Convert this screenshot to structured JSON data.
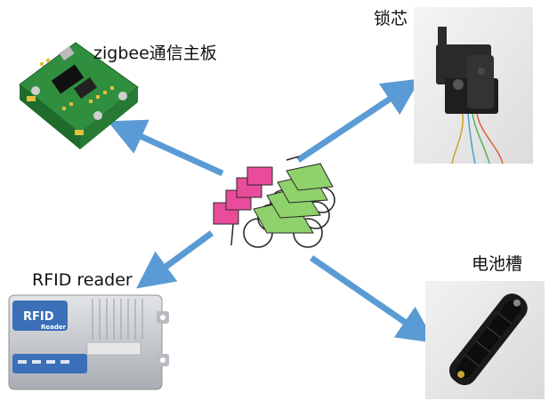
{
  "labels": {
    "zigbee_board": "zigbee通信主板",
    "lock_core": "锁芯",
    "rfid_reader": "RFID reader",
    "battery_slot": "电池槽"
  },
  "device_text": {
    "rfid_brand": "RFID",
    "rfid_sub": "Reader"
  },
  "colors": {
    "arrow": "#5b9bd5",
    "bike_frame": "#8fd16a",
    "bike_box": "#e84c9b",
    "board_pcb": "#3a9a47",
    "reader_body": "#c9ccd0",
    "reader_panel": "#3b6fb8",
    "lock_body": "#2a2a2a",
    "battery_body": "#1a1a1a"
  }
}
